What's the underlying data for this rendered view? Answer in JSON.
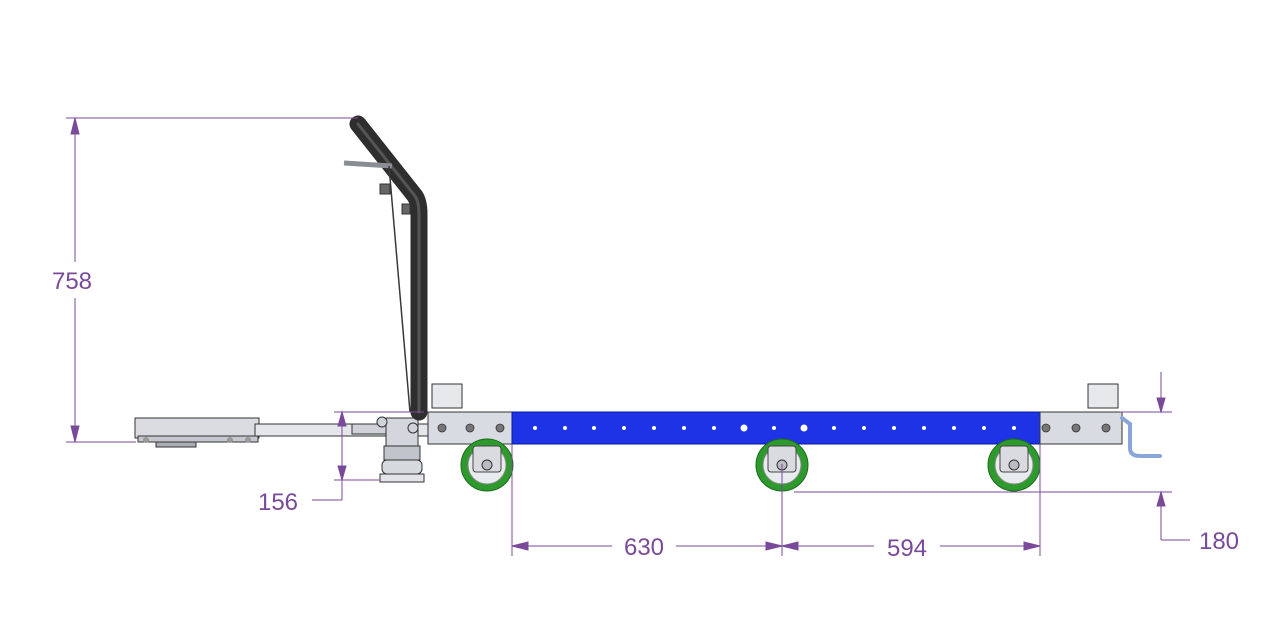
{
  "colors": {
    "dimension": "#7a4a9a",
    "frame_blue": "#1f33e6",
    "handle": "#2e2e2e",
    "wheel_green": "#2e9a2e",
    "steel": "#d9dbe0",
    "hub": "#b8bcc4"
  },
  "dimensions": {
    "height": "758",
    "hitch_height": "156",
    "wheelbase_front": "630",
    "wheelbase_rear": "594",
    "frame_height": "180"
  }
}
